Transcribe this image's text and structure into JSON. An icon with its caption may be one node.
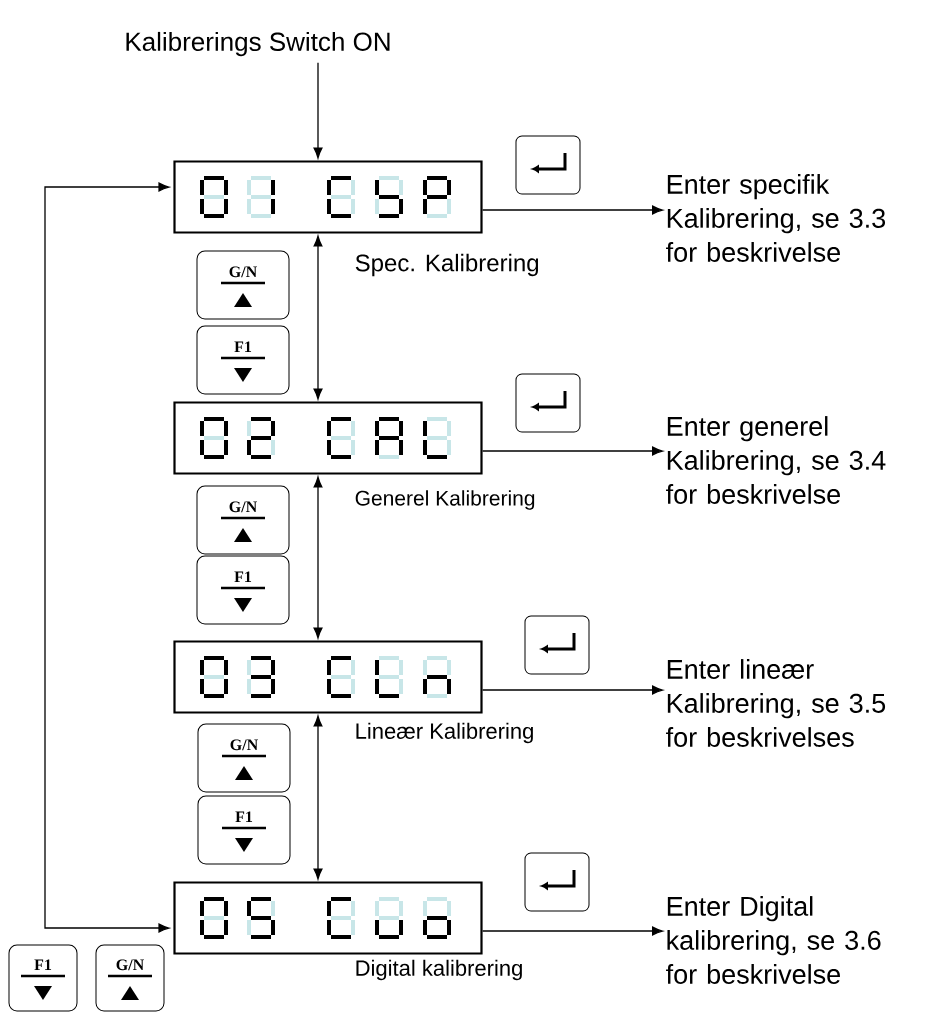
{
  "diagram": {
    "nodes": [
      {
        "text": [
          "Kalibrerings Switch ON"
        ]
      },
      {
        "text": [],
        "shape": "box",
        "beside": [
          "Spec. Kalibrering"
        ]
      },
      {
        "text": [],
        "shape": "box"
      },
      {
        "text": [
          "Enter specifik Kalibrering, se 3.3 for beskrivelse"
        ]
      },
      {
        "text": [
          "G/N"
        ]
      },
      {
        "text": [
          "F1"
        ]
      },
      {
        "text": [],
        "shape": "box",
        "beside": [
          "Generel Kalibrering"
        ]
      },
      {
        "text": [],
        "shape": "box"
      },
      {
        "text": [
          "Enter generel Kalibrering, se 3.4 for beskrivelse"
        ]
      },
      {
        "text": [
          "G/N"
        ]
      },
      {
        "text": [
          "F1"
        ]
      },
      {
        "text": [],
        "shape": "box",
        "beside": [
          "Lineær Kalibrering"
        ]
      },
      {
        "text": [],
        "shape": "box"
      },
      {
        "text": [
          "Enter lineær Kalibrering, se 3.5 for beskrivelses"
        ]
      },
      {
        "text": [
          "G/N"
        ]
      },
      {
        "text": [
          "F1"
        ]
      },
      {
        "text": [],
        "shape": "box",
        "beside": [
          "Digital kalibrering"
        ]
      },
      {
        "text": [],
        "shape": "box"
      },
      {
        "text": [
          "Enter Digital kalibrering, se 3.6 for beskrivelse"
        ]
      },
      {
        "text": [
          "F1"
        ]
      },
      {
        "text": [
          "G/N"
        ]
      }
    ],
    "edges": [
      {
        "from": 0,
        "to": 1,
        "arrow": "to"
      },
      {
        "from": 1,
        "to": 3,
        "arrow": "to"
      },
      {
        "from": 1,
        "to": 6,
        "arrow": "both"
      },
      {
        "from": 6,
        "to": 8,
        "arrow": "to"
      },
      {
        "from": 6,
        "to": 11,
        "arrow": "both"
      },
      {
        "from": 11,
        "to": 13,
        "arrow": "to"
      },
      {
        "from": 11,
        "to": 16,
        "arrow": "both"
      },
      {
        "from": 16,
        "to": 18,
        "arrow": "to"
      },
      {
        "from": 16,
        "to": 1,
        "arrow": "both"
      }
    ]
  }
}
